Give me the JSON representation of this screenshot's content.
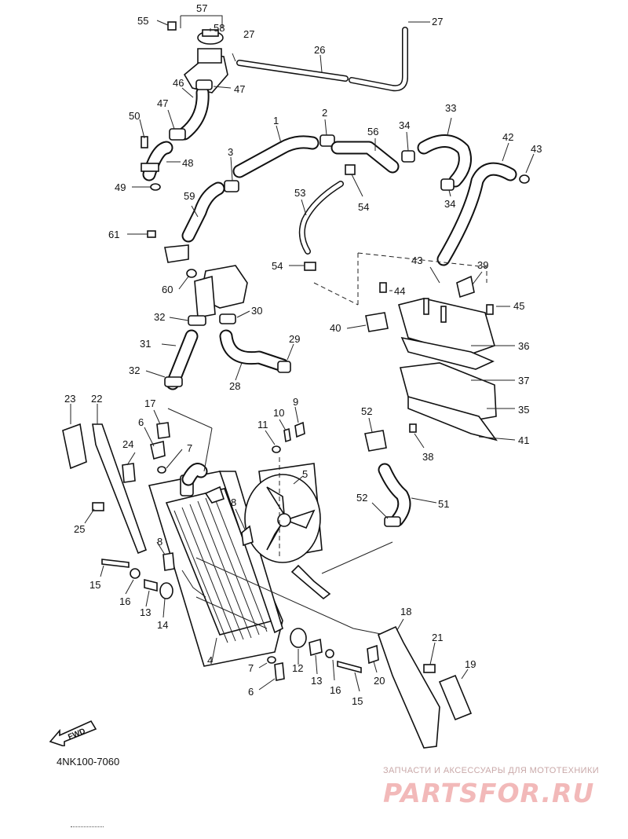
{
  "diagram": {
    "code": "4NK100-7060",
    "fwd_label": "FWD",
    "watermark": {
      "tagline": "ЗАПЧАСТИ И АКСЕССУАРЫ ДЛЯ МОТОТЕХНИКИ",
      "logo": "PARTSFOR.RU"
    },
    "callouts": [
      "55",
      "57",
      "58",
      "27",
      "26",
      "27",
      "1",
      "2",
      "56",
      "33",
      "34",
      "42",
      "43",
      "46",
      "47",
      "47",
      "50",
      "48",
      "49",
      "3",
      "59",
      "61",
      "60",
      "53",
      "54",
      "54",
      "34",
      "43",
      "39",
      "44",
      "45",
      "40",
      "36",
      "37",
      "35",
      "41",
      "38",
      "32",
      "30",
      "31",
      "29",
      "28",
      "32",
      "23",
      "22",
      "17",
      "6",
      "24",
      "7",
      "11",
      "10",
      "9",
      "5",
      "52",
      "8",
      "25",
      "8",
      "15",
      "16",
      "13",
      "14",
      "51",
      "52",
      "18",
      "21",
      "4",
      "7",
      "6",
      "12",
      "13",
      "16",
      "15",
      "20",
      "19"
    ]
  }
}
